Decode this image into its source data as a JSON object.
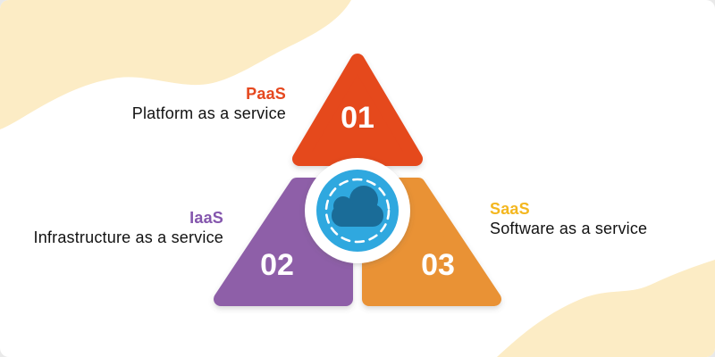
{
  "background": {
    "color": "#FFFFFF",
    "blob_color": "#FCECC5",
    "blobs": [
      "top-left-wave",
      "bottom-right-wave"
    ]
  },
  "diagram": {
    "type": "pyramid-infographic",
    "topic": "Cloud service models",
    "number_color": "#FFFFFF",
    "label_text_color": "#121212",
    "hub": {
      "icon": "cloud-icon",
      "ring_color": "#FFFFFF",
      "circle_color": "#2FA8DF",
      "dash_color": "#FFFFFF",
      "cloud_color": "#1A6C98"
    },
    "segments": [
      {
        "number": "01",
        "acronym": "PaaS",
        "label": "Platform as a service",
        "color": "#E5481F",
        "acronym_color": "#E5481F",
        "position": "top"
      },
      {
        "number": "02",
        "acronym": "IaaS",
        "label": "Infrastructure as a service",
        "color": "#8E5FA8",
        "acronym_color": "#8456AD",
        "position": "bottom-left"
      },
      {
        "number": "03",
        "acronym": "SaaS",
        "label": "Software as a service",
        "color": "#E99236",
        "acronym_color": "#F4B71F",
        "position": "bottom-right"
      }
    ]
  }
}
